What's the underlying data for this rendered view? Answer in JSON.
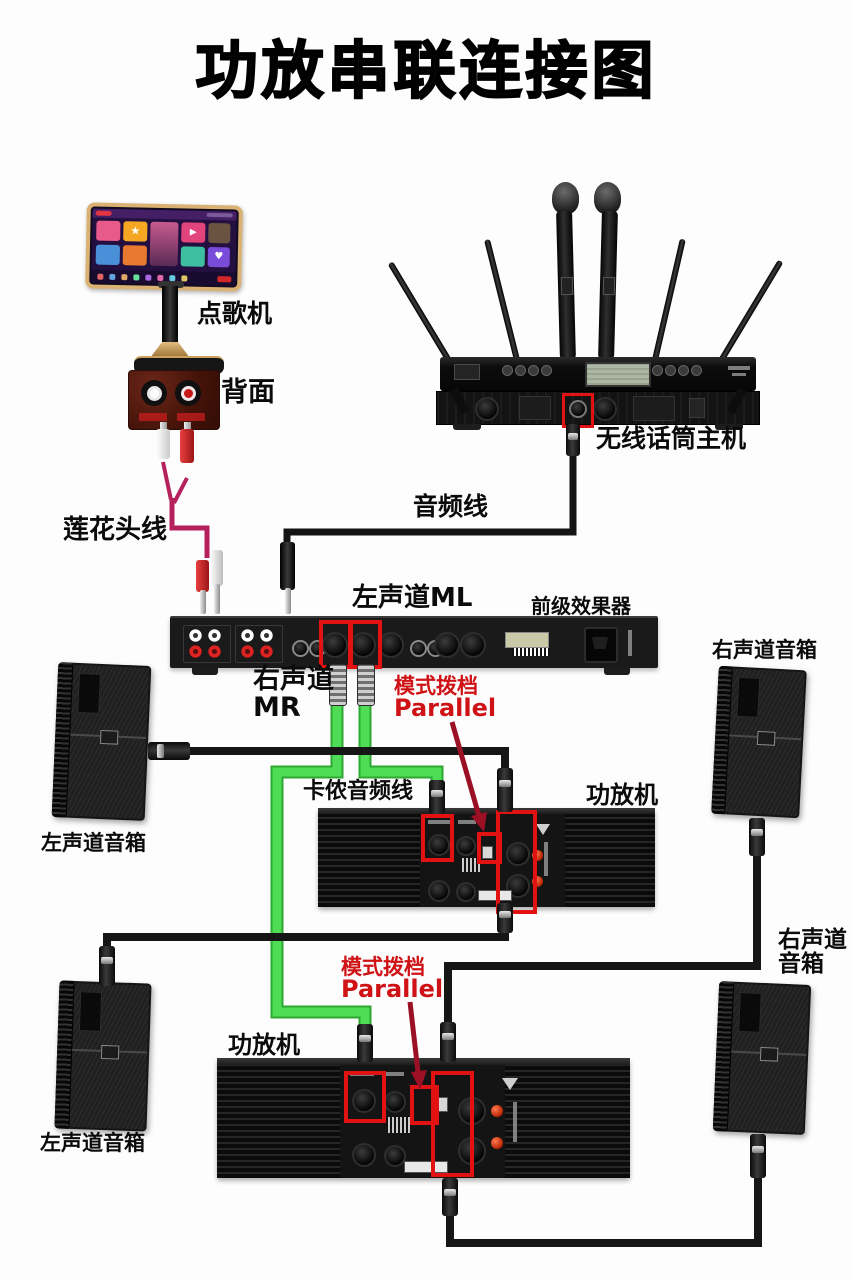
{
  "title": "功放串联连接图",
  "colors": {
    "cable_green": "#46d24b",
    "cable_rose": "#b5215c",
    "cable_black": "#161616",
    "highlight_red": "#e31212",
    "annotation_red": "#cf1216",
    "arrow_red": "#9c1026"
  },
  "devices": {
    "karaoke": {
      "label": "点歌机",
      "back_label": "背面",
      "play_icon": "▶",
      "star_icon": "★",
      "heart_icon": "♥"
    },
    "mic_host": {
      "label": "无线话筒主机"
    },
    "effects": {
      "label": "前级效果器"
    },
    "amp1": {
      "label": "功放机"
    },
    "amp2": {
      "label": "功放机"
    },
    "speakers": {
      "top_left": "左声道音箱",
      "top_right": "右声道音箱",
      "bottom_left": "左声道音箱",
      "bottom_right_line1": "右声道",
      "bottom_right_line2": "音箱"
    }
  },
  "cables": {
    "rca": "莲花头线",
    "audio": "音频线",
    "xlr": "卡侬音频线",
    "left_channel": "左声道ML",
    "right_channel_line1": "右声道",
    "right_channel_line2": "MR"
  },
  "annotations": {
    "mode1_line1": "模式拨档",
    "mode1_line2": "Parallel",
    "mode2_line1": "模式拨档",
    "mode2_line2": "Parallel"
  }
}
